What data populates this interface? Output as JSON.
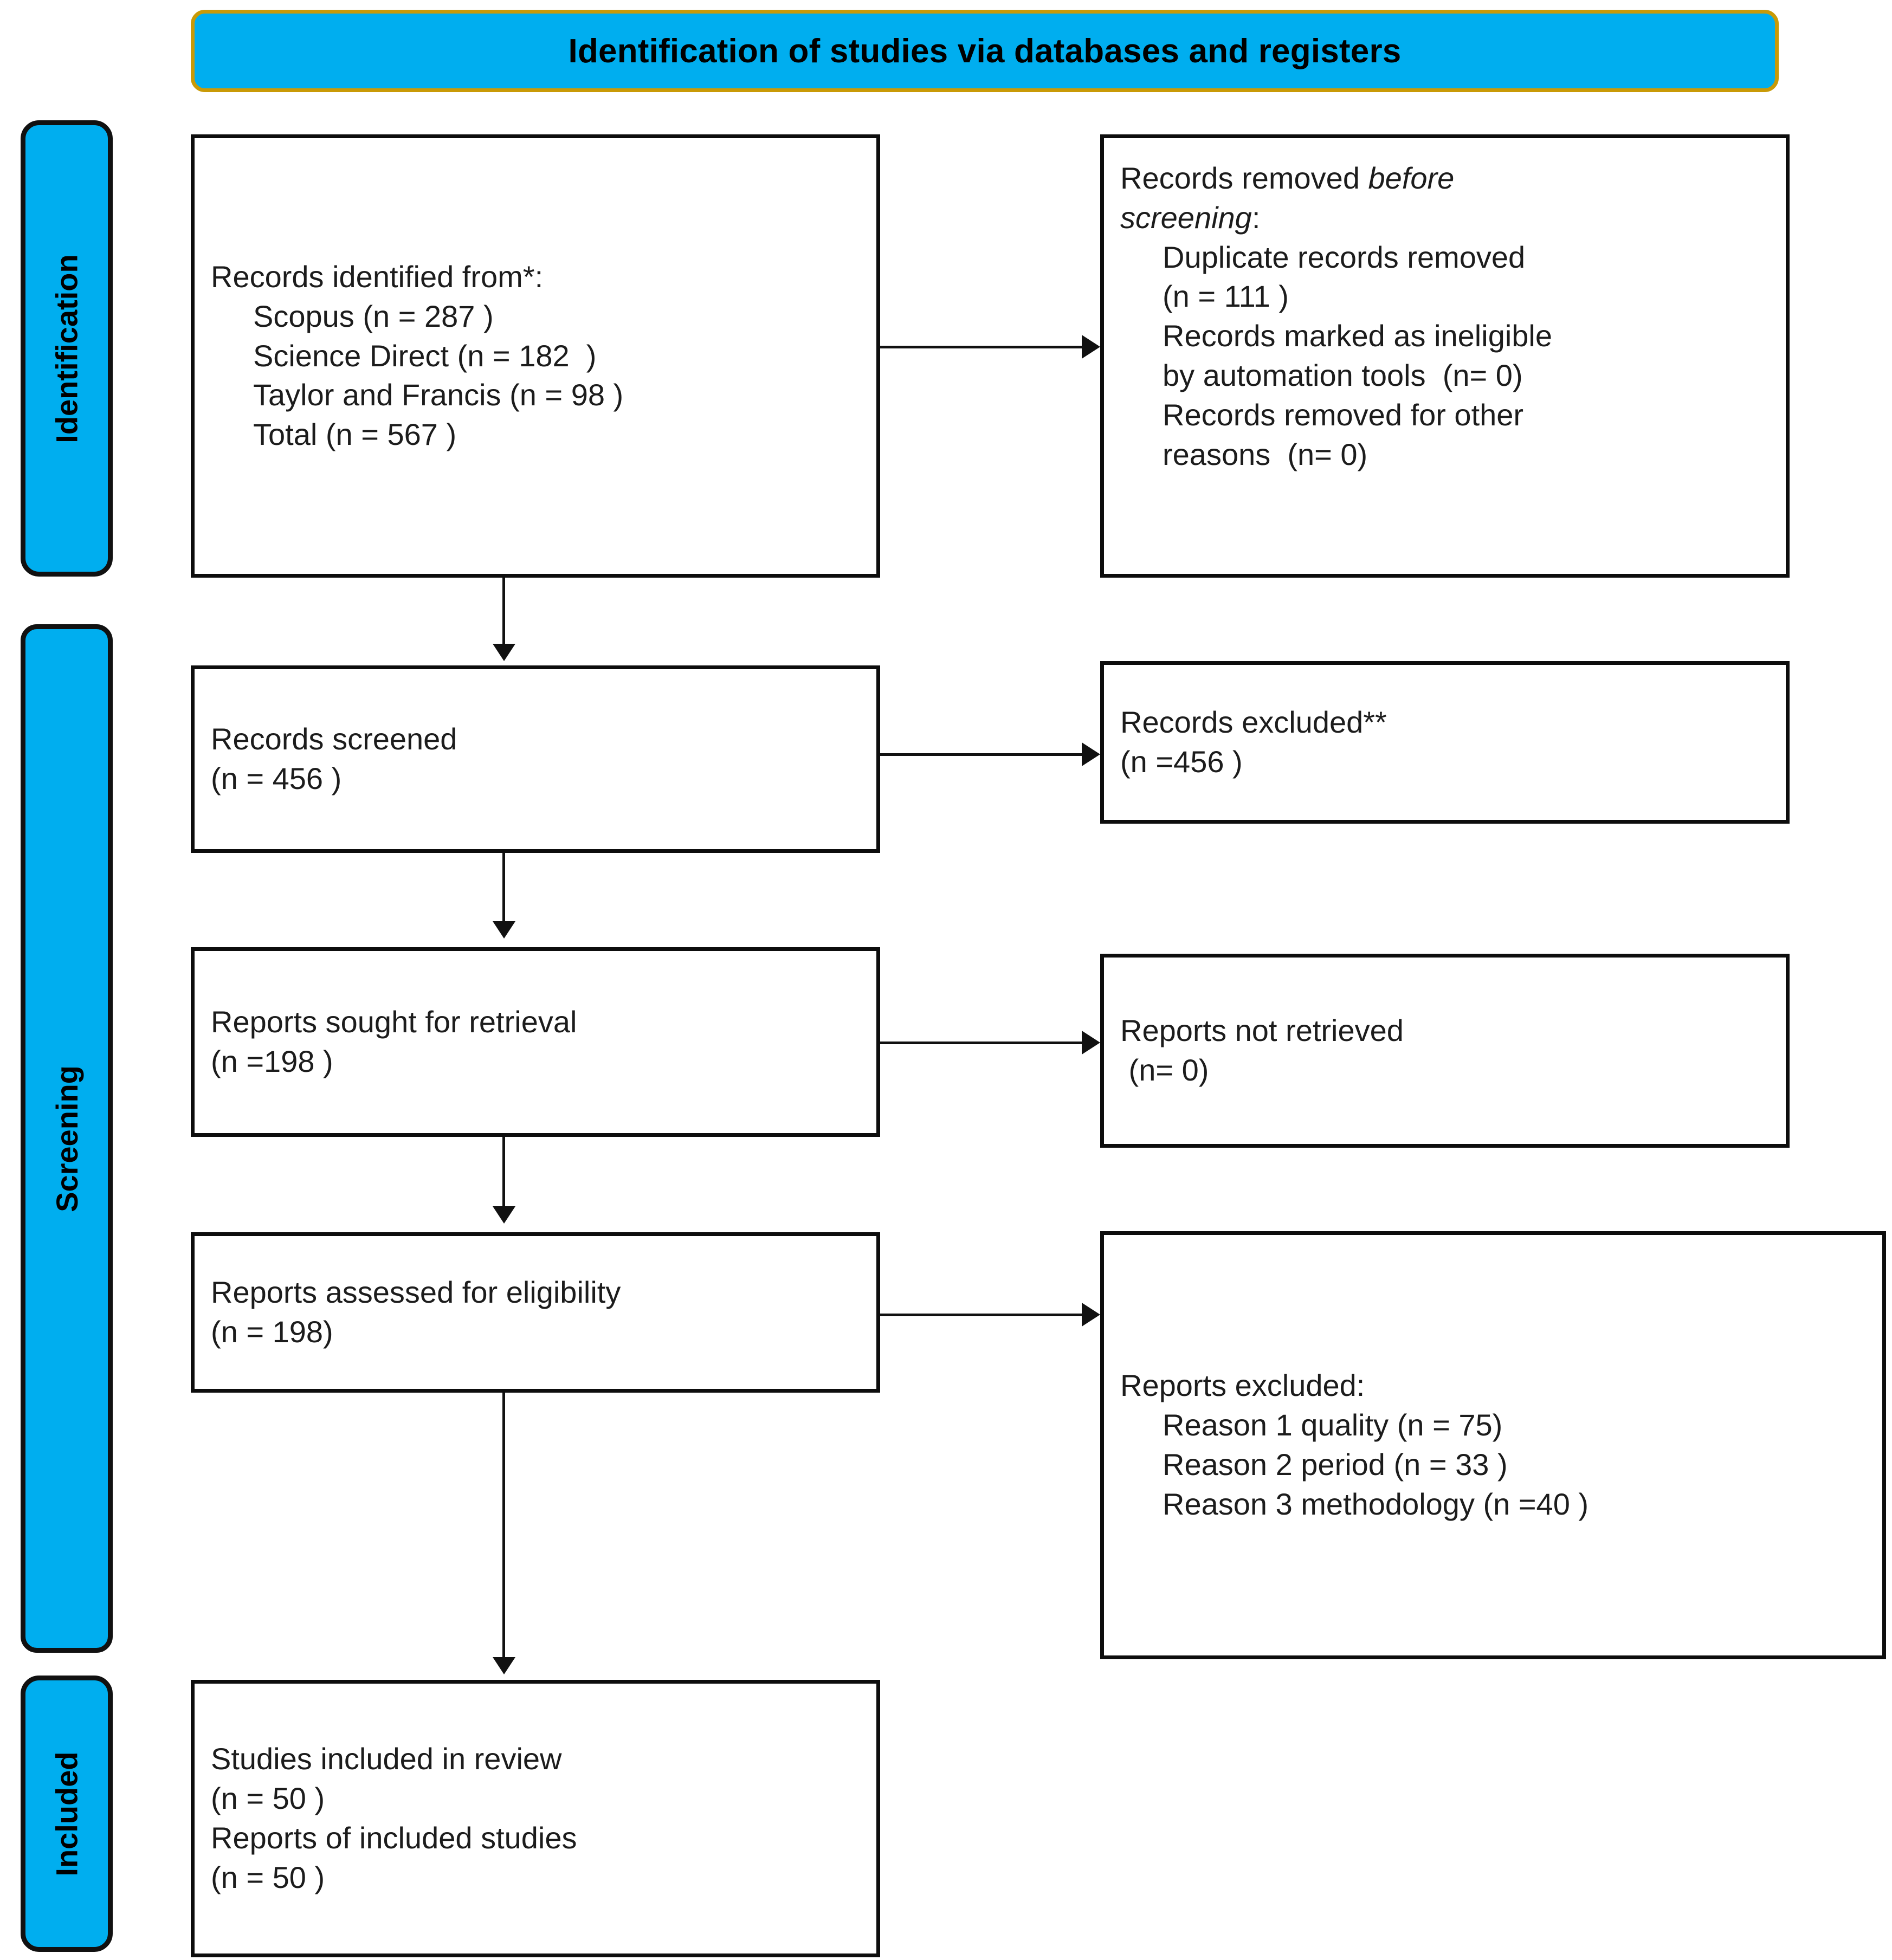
{
  "banner": {
    "title": "Identification of studies via databases and registers"
  },
  "stages": [
    {
      "id": "identification",
      "label": "Identification"
    },
    {
      "id": "screening",
      "label": "Screening"
    },
    {
      "id": "included",
      "label": "Included"
    }
  ],
  "boxes": {
    "records_identified": {
      "lines": [
        {
          "text": "Records identified from*:",
          "indent": false
        },
        {
          "text": "Scopus (n = 287 )",
          "indent": true
        },
        {
          "text": "Science Direct (n = 182  )",
          "indent": true
        },
        {
          "text": "Taylor and Francis (n = 98 )",
          "indent": true
        },
        {
          "text": "Total (n = 567 )",
          "indent": true
        }
      ]
    },
    "records_removed": {
      "lines": [
        {
          "text": "Records removed ",
          "indent": false,
          "italic_tail": "before"
        },
        {
          "text": "",
          "indent": false,
          "italic_head": "screening",
          "tail": ":"
        },
        {
          "text": "Duplicate records removed",
          "indent": true
        },
        {
          "text": "(n = 111 )",
          "indent": true
        },
        {
          "text": "Records marked as ineligible",
          "indent": true
        },
        {
          "text": "by automation tools  (n= 0)",
          "indent": true
        },
        {
          "text": "Records removed for other",
          "indent": true
        },
        {
          "text": "reasons  (n= 0)",
          "indent": true
        }
      ]
    },
    "records_screened": {
      "lines": [
        {
          "text": "Records screened",
          "indent": false
        },
        {
          "text": "(n = 456 )",
          "indent": false
        }
      ]
    },
    "records_excluded": {
      "lines": [
        {
          "text": "Records excluded**",
          "indent": false
        },
        {
          "text": "(n =456 )",
          "indent": false
        }
      ]
    },
    "reports_sought": {
      "lines": [
        {
          "text": "Reports sought for retrieval",
          "indent": false
        },
        {
          "text": "(n =198 )",
          "indent": false
        }
      ]
    },
    "reports_not_retrieved": {
      "lines": [
        {
          "text": "Reports not retrieved",
          "indent": false
        },
        {
          "text": " (n= 0)",
          "indent": false
        }
      ]
    },
    "reports_assessed": {
      "lines": [
        {
          "text": "Reports assessed for eligibility",
          "indent": false
        },
        {
          "text": "(n = 198)",
          "indent": false
        }
      ]
    },
    "reports_excluded": {
      "lines": [
        {
          "text": "Reports excluded:",
          "indent": false
        },
        {
          "text": "Reason 1 quality (n = 75)",
          "indent": true
        },
        {
          "text": "Reason 2 period (n = 33 )",
          "indent": true
        },
        {
          "text": "Reason 3 methodology (n =40 )",
          "indent": true
        }
      ]
    },
    "studies_included": {
      "lines": [
        {
          "text": "Studies included in review",
          "indent": false
        },
        {
          "text": "(n = 50 )",
          "indent": false
        },
        {
          "text": "Reports of included studies",
          "indent": false
        },
        {
          "text": "(n = 50 )",
          "indent": false
        }
      ]
    }
  },
  "colors": {
    "stage_fill": "#00AEEF",
    "stage_border": "#111111",
    "banner_border": "#C99A07",
    "box_border": "#0d0d0d",
    "text": "#1c1c1c"
  },
  "chart_data": {
    "type": "flow",
    "title": "Identification of studies via databases and registers",
    "nodes": [
      {
        "id": "records_identified",
        "stage": "Identification",
        "column": "left",
        "items": [
          {
            "label": "Scopus",
            "n": 287
          },
          {
            "label": "Science Direct",
            "n": 182
          },
          {
            "label": "Taylor and Francis",
            "n": 98
          },
          {
            "label": "Total",
            "n": 567
          }
        ]
      },
      {
        "id": "records_removed",
        "stage": "Identification",
        "column": "right",
        "items": [
          {
            "label": "Duplicate records removed",
            "n": 111
          },
          {
            "label": "Records marked as ineligible by automation tools",
            "n": 0
          },
          {
            "label": "Records removed for other reasons",
            "n": 0
          }
        ]
      },
      {
        "id": "records_screened",
        "stage": "Screening",
        "column": "left",
        "n": 456
      },
      {
        "id": "records_excluded",
        "stage": "Screening",
        "column": "right",
        "n": 456
      },
      {
        "id": "reports_sought",
        "stage": "Screening",
        "column": "left",
        "n": 198
      },
      {
        "id": "reports_not_retrieved",
        "stage": "Screening",
        "column": "right",
        "n": 0
      },
      {
        "id": "reports_assessed",
        "stage": "Screening",
        "column": "left",
        "n": 198
      },
      {
        "id": "reports_excluded",
        "stage": "Screening",
        "column": "right",
        "items": [
          {
            "label": "Reason 1 quality",
            "n": 75
          },
          {
            "label": "Reason 2 period",
            "n": 33
          },
          {
            "label": "Reason 3 methodology",
            "n": 40
          }
        ]
      },
      {
        "id": "studies_included",
        "stage": "Included",
        "column": "left",
        "items": [
          {
            "label": "Studies included in review",
            "n": 50
          },
          {
            "label": "Reports of included studies",
            "n": 50
          }
        ]
      }
    ],
    "edges": [
      {
        "from": "records_identified",
        "to": "records_removed",
        "dir": "right"
      },
      {
        "from": "records_identified",
        "to": "records_screened",
        "dir": "down"
      },
      {
        "from": "records_screened",
        "to": "records_excluded",
        "dir": "right"
      },
      {
        "from": "records_screened",
        "to": "reports_sought",
        "dir": "down"
      },
      {
        "from": "reports_sought",
        "to": "reports_not_retrieved",
        "dir": "right"
      },
      {
        "from": "reports_sought",
        "to": "reports_assessed",
        "dir": "down"
      },
      {
        "from": "reports_assessed",
        "to": "reports_excluded",
        "dir": "right"
      },
      {
        "from": "reports_assessed",
        "to": "studies_included",
        "dir": "down"
      }
    ]
  }
}
